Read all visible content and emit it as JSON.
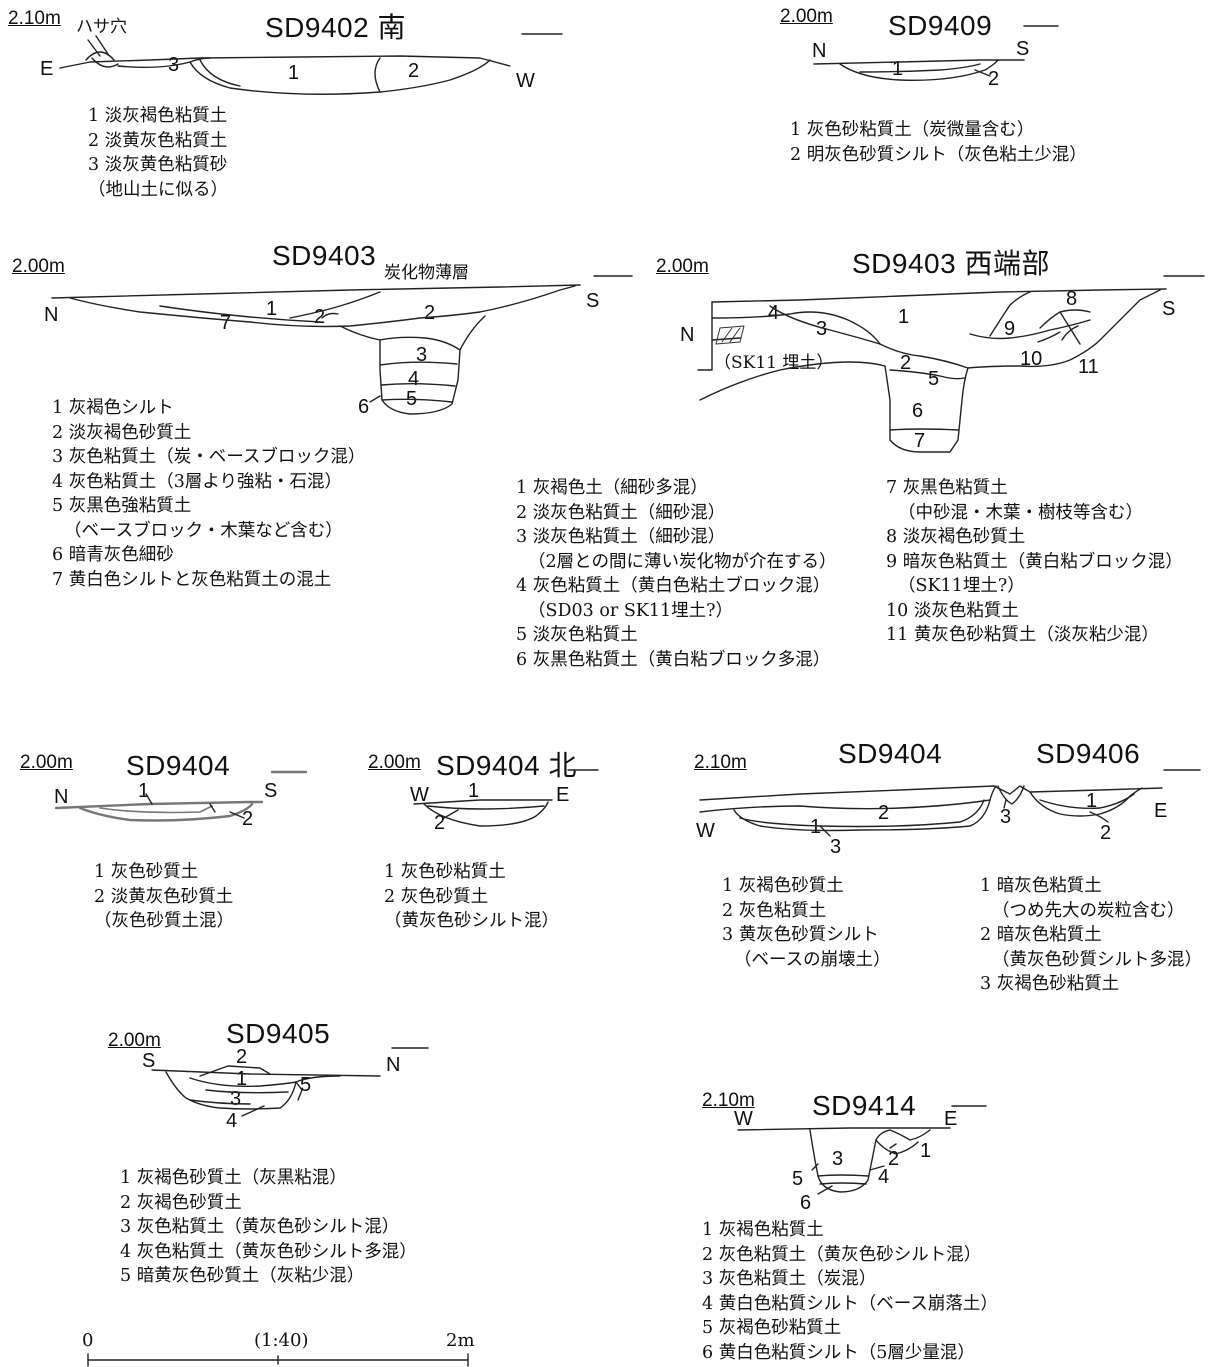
{
  "sections": {
    "sd9402s": {
      "title": "SD9402 南",
      "level": "2.10m",
      "dir_left": "E",
      "dir_right": "W",
      "note": "ハサ穴",
      "nums": [
        "1",
        "2",
        "3"
      ],
      "legend": [
        "1 淡灰褐色粘質土",
        "2 淡黄灰色粘質土",
        "3 淡灰黄色粘質砂",
        "（地山土に似る）"
      ]
    },
    "sd9409": {
      "title": "SD9409",
      "level": "2.00m",
      "dir_left": "N",
      "dir_right": "S",
      "nums": [
        "1",
        "2"
      ],
      "legend": [
        "1 灰色砂粘質土（炭微量含む）",
        "2 明灰色砂質シルト（灰色粘土少混）"
      ]
    },
    "sd9403": {
      "title": "SD9403",
      "level": "2.00m",
      "dir_left": "N",
      "dir_right": "S",
      "note": "炭化物薄層",
      "nums": [
        "1",
        "2",
        "2",
        "3",
        "4",
        "5",
        "6",
        "7"
      ],
      "legend": [
        "1 灰褐色シルト",
        "2 淡灰褐色砂質土",
        "3 灰色粘質土（炭・ベースブロック混）",
        "4 灰色粘質土（3層より強粘・石混）",
        "5 灰黒色強粘質土",
        "（ベースブロック・木葉など含む）",
        "6 暗青灰色細砂",
        "7 黄白色シルトと灰色粘質土の混土"
      ]
    },
    "sd9403w": {
      "title": "SD9403 西端部",
      "level": "2.00m",
      "dir_left": "N",
      "dir_right": "S",
      "note": "（SK11 埋土）",
      "nums": [
        "1",
        "2",
        "3",
        "4",
        "5",
        "6",
        "7",
        "8",
        "9",
        "10",
        "11"
      ],
      "legend_left": [
        "1 灰褐色土（細砂多混）",
        "2 淡灰色粘質土（細砂混）",
        "3 淡灰色粘質土（細砂混）",
        "（2層との間に薄い炭化物が介在する）",
        "4 灰色粘質土（黄白色粘土ブロック混）",
        "（SD03 or SK11埋土?）",
        "5 淡灰色粘質土",
        "6 灰黒色粘質土（黄白粘ブロック多混）"
      ],
      "legend_right": [
        "7 灰黒色粘質土",
        "（中砂混・木葉・樹枝等含む）",
        "8 淡灰褐色砂質土",
        "9 暗灰色粘質土（黄白粘ブロック混）",
        "（SK11埋土?）",
        "10 淡灰色粘質土",
        "11 黄灰色砂粘質土（淡灰粘少混）"
      ]
    },
    "sd9404": {
      "title": "SD9404",
      "level": "2.00m",
      "dir_left": "N",
      "dir_right": "S",
      "nums": [
        "1",
        "2"
      ],
      "legend": [
        "1 灰色砂質土",
        "2 淡黄灰色砂質土",
        "（灰色砂質土混）"
      ]
    },
    "sd9404n": {
      "title": "SD9404 北",
      "level": "2.00m",
      "dir_left": "W",
      "dir_right": "E",
      "nums": [
        "1",
        "2"
      ],
      "legend": [
        "1 灰色砂粘質土",
        "2 灰色砂質土",
        "（黄灰色砂シルト混）"
      ]
    },
    "sd9404_06": {
      "title_a": "SD9404",
      "title_b": "SD9406",
      "level": "2.10m",
      "dir_left": "W",
      "dir_right": "E",
      "nums": [
        "1",
        "2",
        "3",
        "3",
        "1",
        "2"
      ],
      "legend_left": [
        "1 灰褐色砂質土",
        "2 灰色粘質土",
        "3 黄灰色砂質シルト",
        "（ベースの崩壊土）"
      ],
      "legend_right": [
        "1 暗灰色粘質土",
        "（つめ先大の炭粒含む）",
        "2 暗灰色粘質土",
        "（黄灰色砂質シルト多混）",
        "3 灰褐色砂粘質土"
      ]
    },
    "sd9405": {
      "title": "SD9405",
      "level": "2.00m",
      "dir_left": "S",
      "dir_right": "N",
      "nums": [
        "2",
        "1",
        "3",
        "4",
        "5"
      ],
      "legend": [
        "1 灰褐色砂質土（灰黒粘混）",
        "2 灰褐色砂質土",
        "3 灰色粘質土（黄灰色砂シルト混）",
        "4 灰色粘質土（黄灰色砂シルト多混）",
        "5 暗黄灰色砂質土（灰粘少混）"
      ]
    },
    "sd9414": {
      "title": "SD9414",
      "level": "2.10m",
      "dir_left": "W",
      "dir_right": "E",
      "nums": [
        "1",
        "2",
        "3",
        "4",
        "5",
        "6"
      ],
      "legend": [
        "1 灰褐色粘質土",
        "2 灰色粘質土（黄灰色砂シルト混）",
        "3 灰色粘質土（炭混）",
        "4 黄白色粘質シルト（ベース崩落土）",
        "5 灰褐色砂粘質土",
        "6 黄白色粘質シルト（5層少量混）"
      ]
    }
  },
  "scale": {
    "start": "0",
    "ratio": "(1:40)",
    "end": "2m"
  }
}
